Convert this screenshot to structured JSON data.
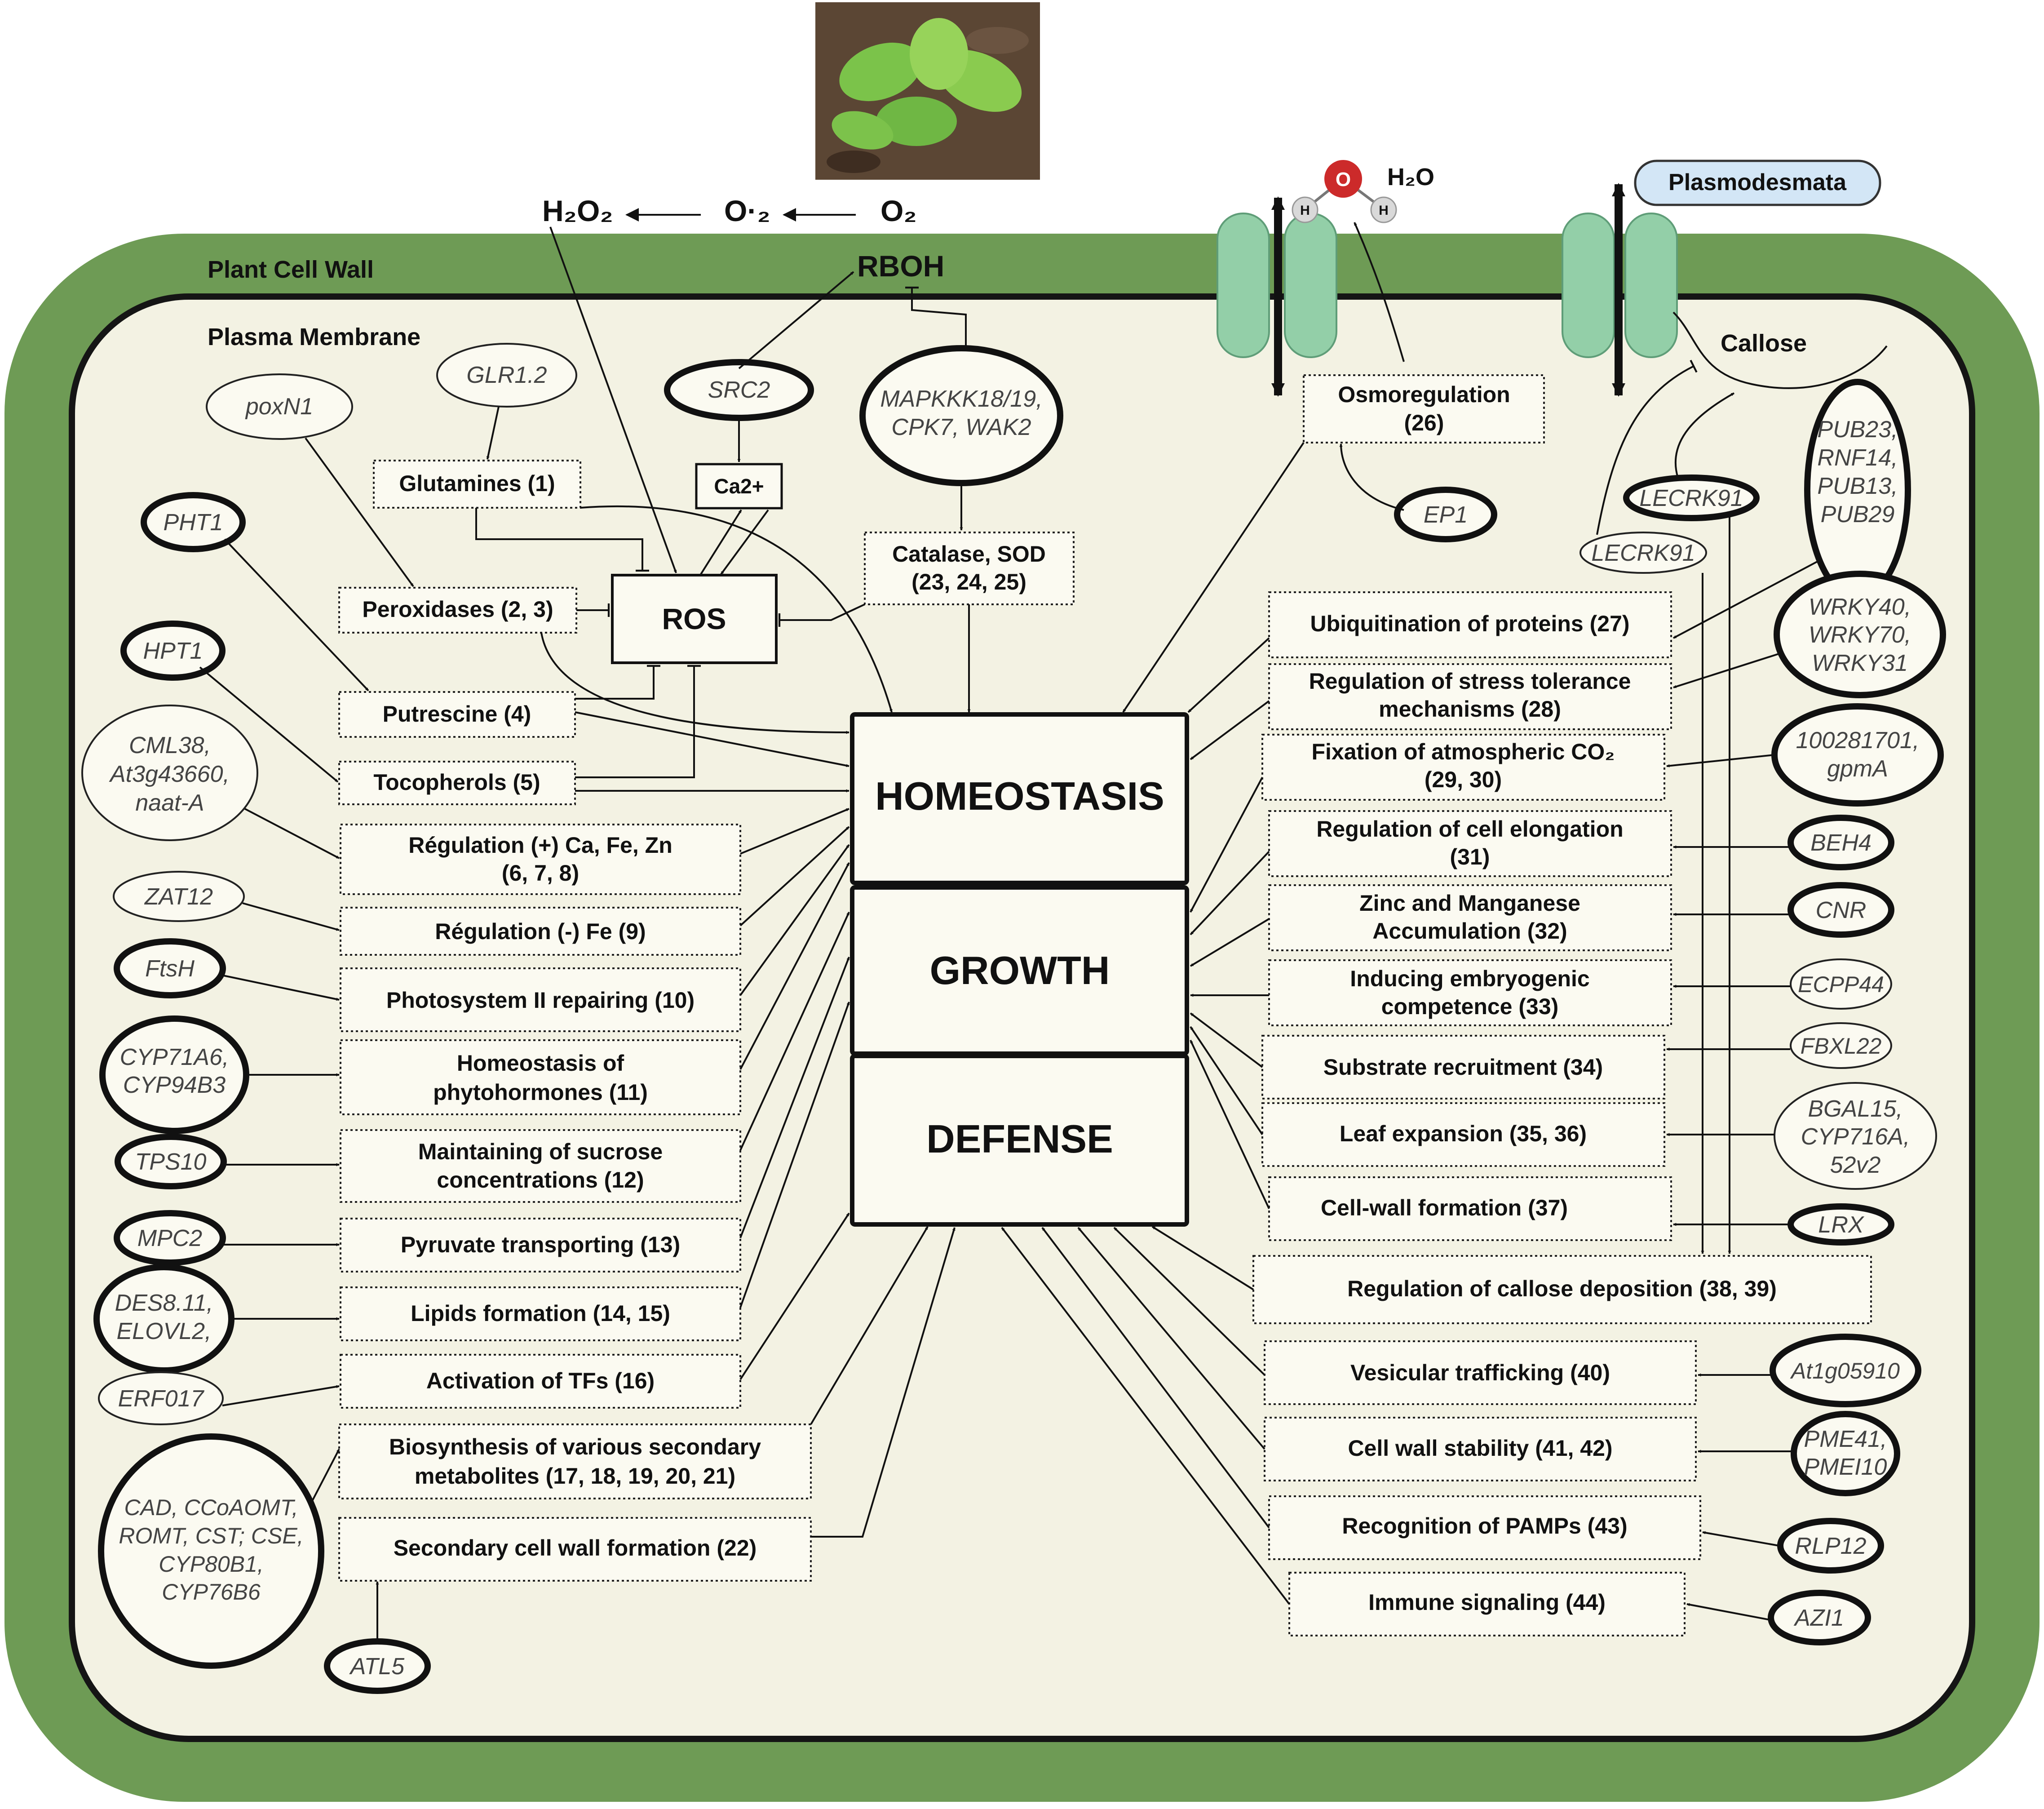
{
  "labels": {
    "cell_wall": "Plant Cell Wall",
    "plasma_membrane": "Plasma Membrane",
    "h2o2": "H₂O₂",
    "o2_radical": "O·₂",
    "o2": "O₂",
    "rboh": "RBOH",
    "h2o": "H₂O",
    "h_atom": "H",
    "o_atom": "O",
    "plasmodesmata": "Plasmodesmata",
    "callose": "Callose",
    "ca2": "Ca2+",
    "ros": "ROS"
  },
  "center": {
    "homeostasis": "HOMEOSTASIS",
    "growth": "GROWTH",
    "defense": "DEFENSE"
  },
  "processes": {
    "glutamines": "Glutamines (1)",
    "peroxidases": "Peroxidases (2, 3)",
    "putrescine": "Putrescine (4)",
    "tocopherols": "Tocopherols (5)",
    "reg_ca_fe_zn_1": "Régulation (+) Ca, Fe, Zn",
    "reg_ca_fe_zn_2": "(6, 7, 8)",
    "reg_fe": "Régulation (-) Fe (9)",
    "psii": "Photosystem II repairing (10)",
    "phyto_1": "Homeostasis of",
    "phyto_2": "phytohormones (11)",
    "sucrose_1": "Maintaining of sucrose",
    "sucrose_2": "concentrations (12)",
    "pyruvate": "Pyruvate transporting (13)",
    "lipids": "Lipids formation (14, 15)",
    "tfs": "Activation of TFs (16)",
    "secmet_1": "Biosynthesis of various secondary",
    "secmet_2": "metabolites (17, 18, 19, 20, 21)",
    "seccw": "Secondary cell wall formation (22)",
    "catalase_1": "Catalase, SOD",
    "catalase_2": "(23, 24, 25)",
    "osmo_1": "Osmoregulation",
    "osmo_2": "(26)",
    "ubiq": "Ubiquitination of proteins (27)",
    "stress_1": "Regulation of stress tolerance",
    "stress_2": "mechanisms (28)",
    "co2_1": "Fixation of atmospheric CO₂",
    "co2_2": "(29, 30)",
    "elong_1": "Regulation of cell elongation",
    "elong_2": "(31)",
    "zinc_1": "Zinc and Manganese",
    "zinc_2": "Accumulation (32)",
    "embryo_1": "Inducing embryogenic",
    "embryo_2": "competence (33)",
    "substrate": "Substrate recruitment (34)",
    "leaf": "Leaf expansion (35, 36)",
    "cellwall": "Cell-wall formation (37)",
    "callose_dep": "Regulation of callose deposition (38, 39)",
    "vesicular": "Vesicular trafficking (40)",
    "cwstab": "Cell wall stability (41, 42)",
    "pamps": "Recognition of PAMPs (43)",
    "immune": "Immune signaling (44)"
  },
  "genes": {
    "glr": "GLR1.2",
    "poxn1": "poxN1",
    "src2": "SRC2",
    "mapkkk_1": "MAPKKK18/19,",
    "mapkkk_2": "CPK7, WAK2",
    "pht1": "PHT1",
    "hpt1": "HPT1",
    "cml_1": "CML38,",
    "cml_2": "At3g43660,",
    "cml_3": "naat-A",
    "zat12": "ZAT12",
    "ftsh": "FtsH",
    "cyp71_1": "CYP71A6,",
    "cyp71_2": "CYP94B3",
    "tps10": "TPS10",
    "mpc2": "MPC2",
    "des_1": "DES8.11,",
    "des_2": "ELOVL2,",
    "erf017": "ERF017",
    "cad_1": "CAD, CCoAOMT,",
    "cad_2": "ROMT, CST; CSE,",
    "cad_3": "CYP80B1,",
    "cad_4": "CYP76B6",
    "atl5": "ATL5",
    "ep1": "EP1",
    "lecrk_a": "LECRK91",
    "lecrk_b": "LECRK91",
    "pub_1": "PUB23,",
    "pub_2": "RNF14,",
    "pub_3": "PUB13,",
    "pub_4": "PUB29",
    "wrky_1": "WRKY40,",
    "wrky_2": "WRKY70,",
    "wrky_3": "WRKY31",
    "gpma_1": "100281701,",
    "gpma_2": "gpmA",
    "beh4": "BEH4",
    "cnr": "CNR",
    "ecpp44": "ECPP44",
    "fbxl22": "FBXL22",
    "bgal_1": "BGAL15,",
    "bgal_2": "CYP716A,",
    "bgal_3": "52v2",
    "lrx": "LRX",
    "at1g": "At1g05910",
    "pme_1": "PME41,",
    "pme_2": "PMEI10",
    "rlp12": "RLP12",
    "azi1": "AZI1"
  },
  "colors": {
    "cell_wall": "#6e9b55",
    "cytoplasm": "#f3f2e3",
    "channel": "#93cfa8",
    "plasmodesmata_badge": "#d3e6f6",
    "oxygen_atom": "#cc2a2a"
  }
}
